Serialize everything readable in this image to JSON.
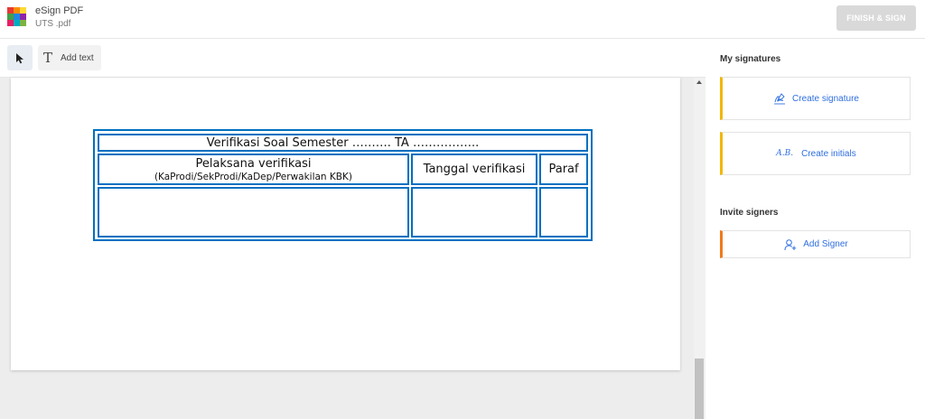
{
  "header": {
    "app_name": "eSign PDF",
    "file_name": "UTS .pdf",
    "finish_button": "FINISH & SIGN",
    "logo_colors": [
      "#e53935",
      "#fb8c00",
      "#fdd835",
      "#43a047",
      "#1e88e5",
      "#8e24aa",
      "#e91e63",
      "#00acc1",
      "#7cb342"
    ]
  },
  "toolbar": {
    "select_tool_icon": "cursor-arrow-icon",
    "add_text_icon": "text-T-icon",
    "add_text_label": "Add text"
  },
  "document": {
    "table": {
      "title": "Verifikasi Soal Semester ………. TA ……………..",
      "col1_header": "Pelaksana verifikasi",
      "col1_subheader": "(KaProdi/SekProdi/KaDep/Perwakilan KBK)",
      "col2_header": "Tanggal verifikasi",
      "col3_header": "Paraf",
      "border_color": "#0070c0"
    }
  },
  "panel": {
    "my_signatures_title": "My signatures",
    "create_signature_label": "Create signature",
    "create_signature_icon": "signature-pen-icon",
    "create_initials_label": "Create initials",
    "create_initials_icon": "A.B.",
    "invite_signers_title": "Invite signers",
    "add_signer_label": "Add Signer",
    "add_signer_icon": "add-user-icon",
    "accent_signature": "#f2b705",
    "accent_signer": "#f07a1a",
    "link_color": "#2f6fe0"
  }
}
